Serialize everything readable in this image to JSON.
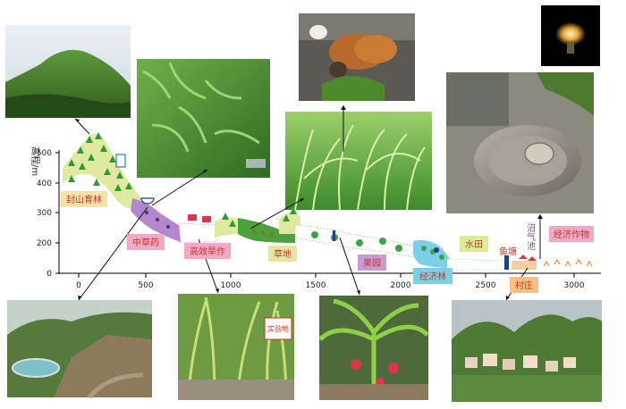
{
  "axis": {
    "y_title": "高程/m",
    "y_ticks": [
      "0",
      "100",
      "200",
      "300",
      "400",
      "500"
    ],
    "x_ticks": [
      "0",
      "500",
      "1000",
      "1500",
      "2000",
      "2500",
      "3000"
    ]
  },
  "zones": {
    "fengshan": "封山育林",
    "zhongcaoyao": "中草药",
    "gaoxiao": "高效旱作",
    "caodi": "草地",
    "guoyuan": "果园",
    "jingjilin": "经济林",
    "shuitian": "水田",
    "yutang": "鱼塘",
    "cunzhuang": "村庄",
    "zhaoqichi": "沼气池",
    "jingjizuowu": "经济作物"
  },
  "photo_sign": "实验地",
  "colors": {
    "label_text": "#c0392b",
    "fengshan_band": "#dfeaa0",
    "zhongcaoyao_band": "#b487cc",
    "caodi_band": "#49a33a",
    "shuitian_band": "#7cd0e6",
    "village_band": "#f1cfa0"
  }
}
